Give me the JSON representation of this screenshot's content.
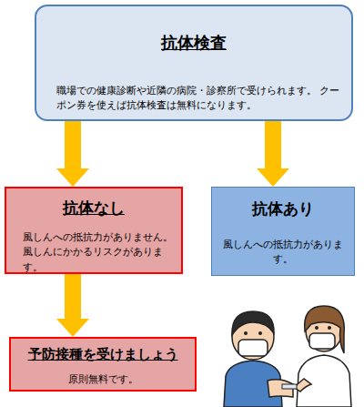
{
  "diagram": {
    "nodes": [
      {
        "text": [
          "抗体検査",
          "職場での健康診断や近隣の病院・診察所で受けられます。 クーポン券を使えば抗体検査は無料になります。"
        ]
      },
      {
        "text": [
          "抗体なし",
          "風しんへの抵抗力がありません。 風しんにかかるリスクがあります。"
        ]
      },
      {
        "text": [
          "抗体あり",
          "風しんへの抵抗力があります。"
        ]
      },
      {
        "text": [
          "予防接種を受けましょう",
          "原則無料です。"
        ]
      }
    ],
    "edges": [
      {
        "from": 0,
        "to": 1,
        "arrow": "to"
      },
      {
        "from": 0,
        "to": 2,
        "arrow": "to"
      },
      {
        "from": 1,
        "to": 3,
        "arrow": "to"
      }
    ]
  }
}
